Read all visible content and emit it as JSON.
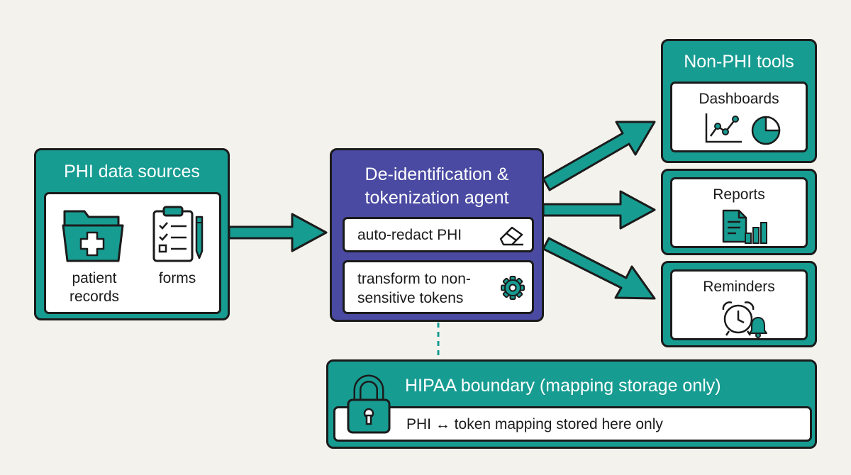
{
  "colors": {
    "teal": "#179c92",
    "purple": "#4a4aa3",
    "outline": "#1b1b1b",
    "card": "#ffffff",
    "background": "#f4f2ed"
  },
  "sources": {
    "title": "PHI data sources",
    "items": [
      {
        "label": "patient\nrecords",
        "icon": "medical-folder-icon"
      },
      {
        "label": "forms",
        "icon": "clipboard-checklist-icon"
      }
    ]
  },
  "agent": {
    "title": "De-identification &\ntokenization agent",
    "steps": [
      {
        "label": "auto-redact PHI",
        "icon": "eraser-icon"
      },
      {
        "label": "transform to non-\nsensitive tokens",
        "icon": "gear-icon"
      }
    ]
  },
  "tools": {
    "title": "Non-PHI tools",
    "items": [
      {
        "label": "Dashboards",
        "icons": [
          "line-chart-icon",
          "pie-chart-icon"
        ]
      },
      {
        "label": "Reports",
        "icons": [
          "report-document-icon",
          "bar-chart-icon"
        ]
      },
      {
        "label": "Reminders",
        "icons": [
          "alarm-clock-icon",
          "bell-icon"
        ]
      }
    ]
  },
  "hipaa": {
    "title": "HIPAA boundary (mapping storage only)",
    "note": "PHI ↔ token mapping stored here only",
    "icon": "padlock-icon"
  }
}
